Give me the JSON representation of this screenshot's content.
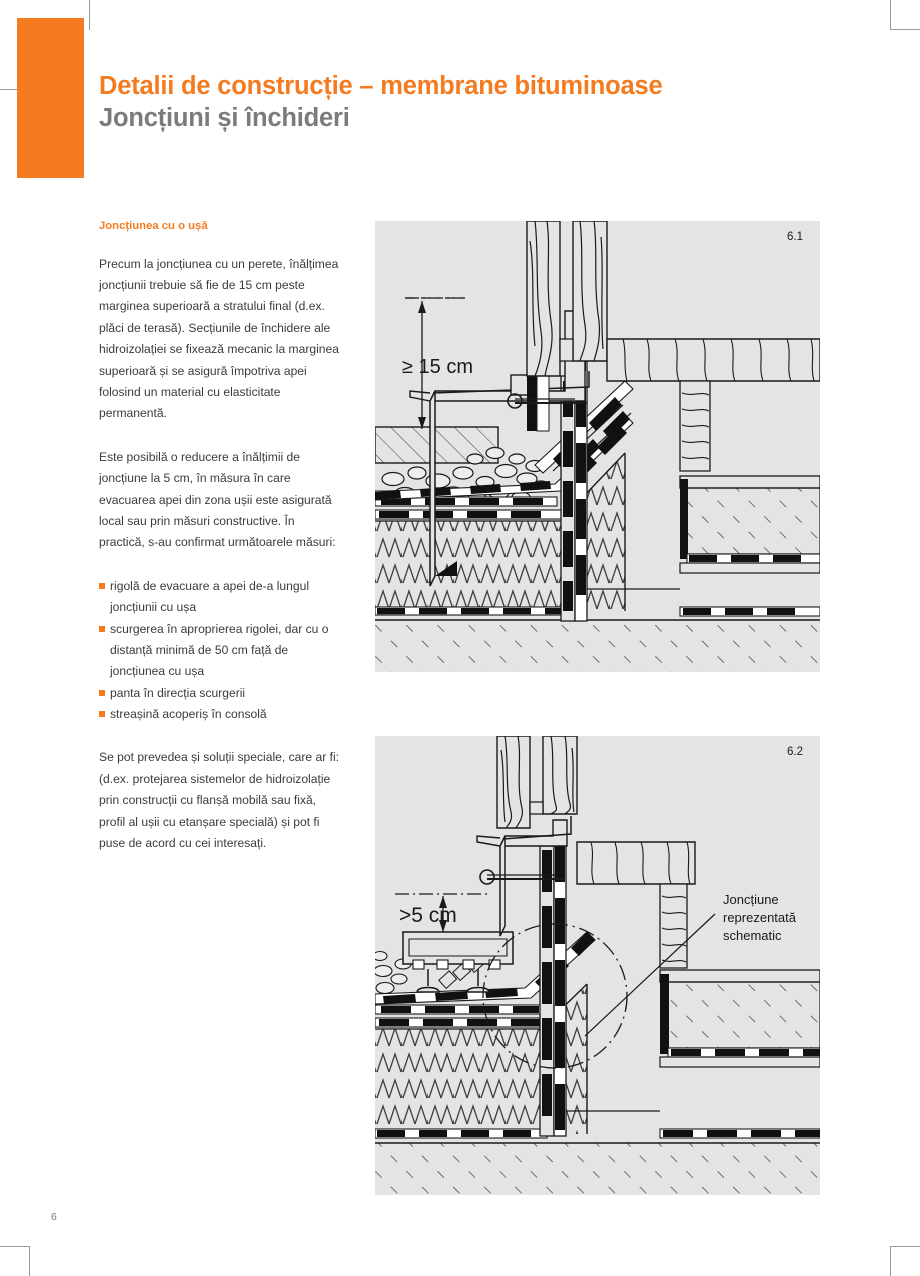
{
  "colors": {
    "accent": "#F47B20",
    "subtitle": "#7b7b7b",
    "body_text": "#3b3b3b",
    "figure_background": "#E3E4E5",
    "line": "#1a1a1a"
  },
  "header": {
    "title": "Detalii de construcție – membrane bituminoase",
    "subtitle": "Joncțiuni și închideri"
  },
  "content": {
    "section_heading": "Joncțiunea cu o ușă",
    "paragraph_1": "Precum la joncțiunea cu un perete, înălțimea joncțiunii trebuie să fie de 15 cm peste marginea superioară a stratului final (d.ex. plăci de terasă). Secțiunile de închidere ale hidroizolației se fixează mecanic la marginea superioară și se asigură împotriva apei folosind un material cu elasticitate permanentă.",
    "paragraph_2": "Este posibilă o reducere a înălțimii de joncțiune la 5 cm, în măsura în care evacuarea apei din zona ușii este asigurată local sau prin măsuri constructive. În practică, s-au confirmat următoarele măsuri:",
    "bullets": [
      "rigolă de evacuare a apei de-a lungul joncțiunii cu ușa",
      "scurgerea în aproprierea rigolei, dar cu o distanță minimă de 50 cm față de joncțiunea cu ușa",
      "panta în direcția scurgerii",
      "streașină acoperiș în consolă"
    ],
    "paragraph_3": "Se pot prevedea și soluții speciale, care ar fi: (d.ex. protejarea sistemelor de hidroizolație prin construcții cu flanșă mobilă sau fixă, profil al ușii cu etanșare specială) și pot fi puse de acord cu cei interesați."
  },
  "figures": [
    {
      "id": "6.1",
      "number_label": "6.1",
      "dimension_label": "≥ 15 cm",
      "caption": "",
      "description": "Detaliu secțiune joncțiune ușă cu înălțime de minim 15 cm"
    },
    {
      "id": "6.2",
      "number_label": "6.2",
      "dimension_label": "> 5 cm",
      "annotation": "Joncțiune\nreprezentată\nschematic",
      "annotation_lines": [
        "Joncțiune",
        "reprezentată",
        "schematic"
      ],
      "description": "Detaliu secțiune joncțiune ușă cu înălțime redusă de 5 cm"
    }
  ],
  "footer": {
    "page_number": "6"
  }
}
